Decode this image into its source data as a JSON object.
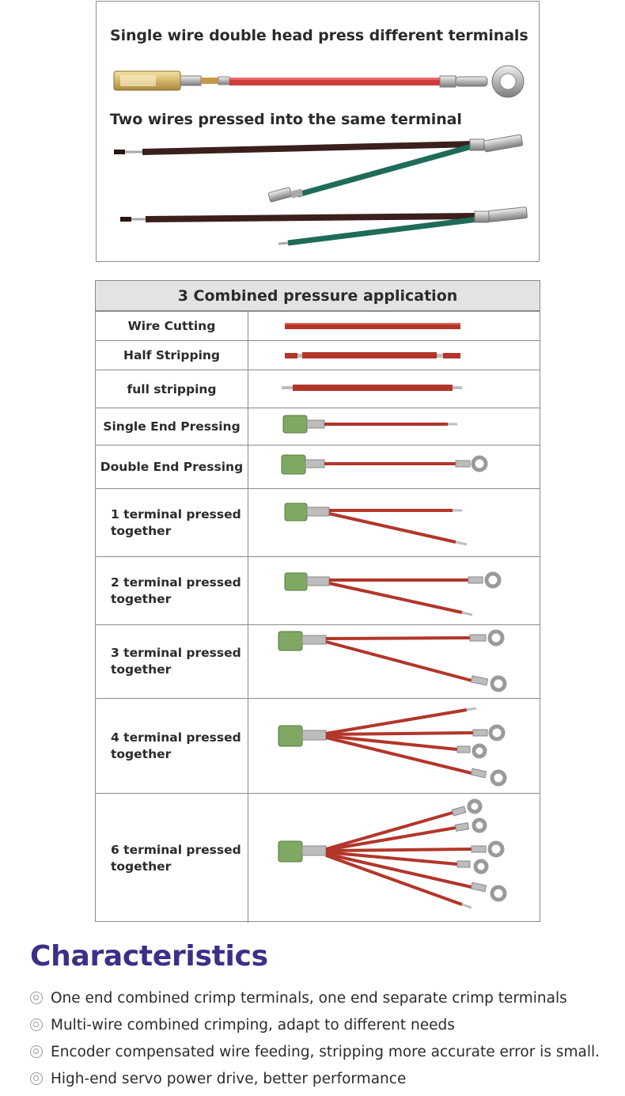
{
  "top": {
    "heading_single": "Single wire double head press different terminals",
    "heading_two": "Two wires pressed into the same terminal"
  },
  "table": {
    "title": "3 Combined pressure application",
    "rows": [
      {
        "label": "Wire Cutting"
      },
      {
        "label": "Half Stripping"
      },
      {
        "label": "full stripping"
      },
      {
        "label": "Single End Pressing"
      },
      {
        "label": "Double End Pressing"
      },
      {
        "label": "1 terminal pressed\ntogether"
      },
      {
        "label": "2 terminal pressed\ntogether"
      },
      {
        "label": "3 terminal pressed\ntogether"
      },
      {
        "label": "4 terminal pressed\ntogether"
      },
      {
        "label": "6 terminal pressed\ntogether"
      }
    ]
  },
  "characteristics": {
    "title": "Characteristics",
    "items": [
      "One end combined crimp terminals, one end separate crimp terminals",
      "Multi-wire combined crimping, adapt to different needs",
      "Encoder compensated wire feeding, stripping more accurate error is small.",
      "High-end servo power drive, better performance"
    ]
  },
  "colors": {
    "wire_red": "#b2362a",
    "wire_dark": "#3a1f1d",
    "wire_green": "#1e6b58",
    "terminal_green": "#7fa862",
    "title_purple": "#3c2f86"
  }
}
